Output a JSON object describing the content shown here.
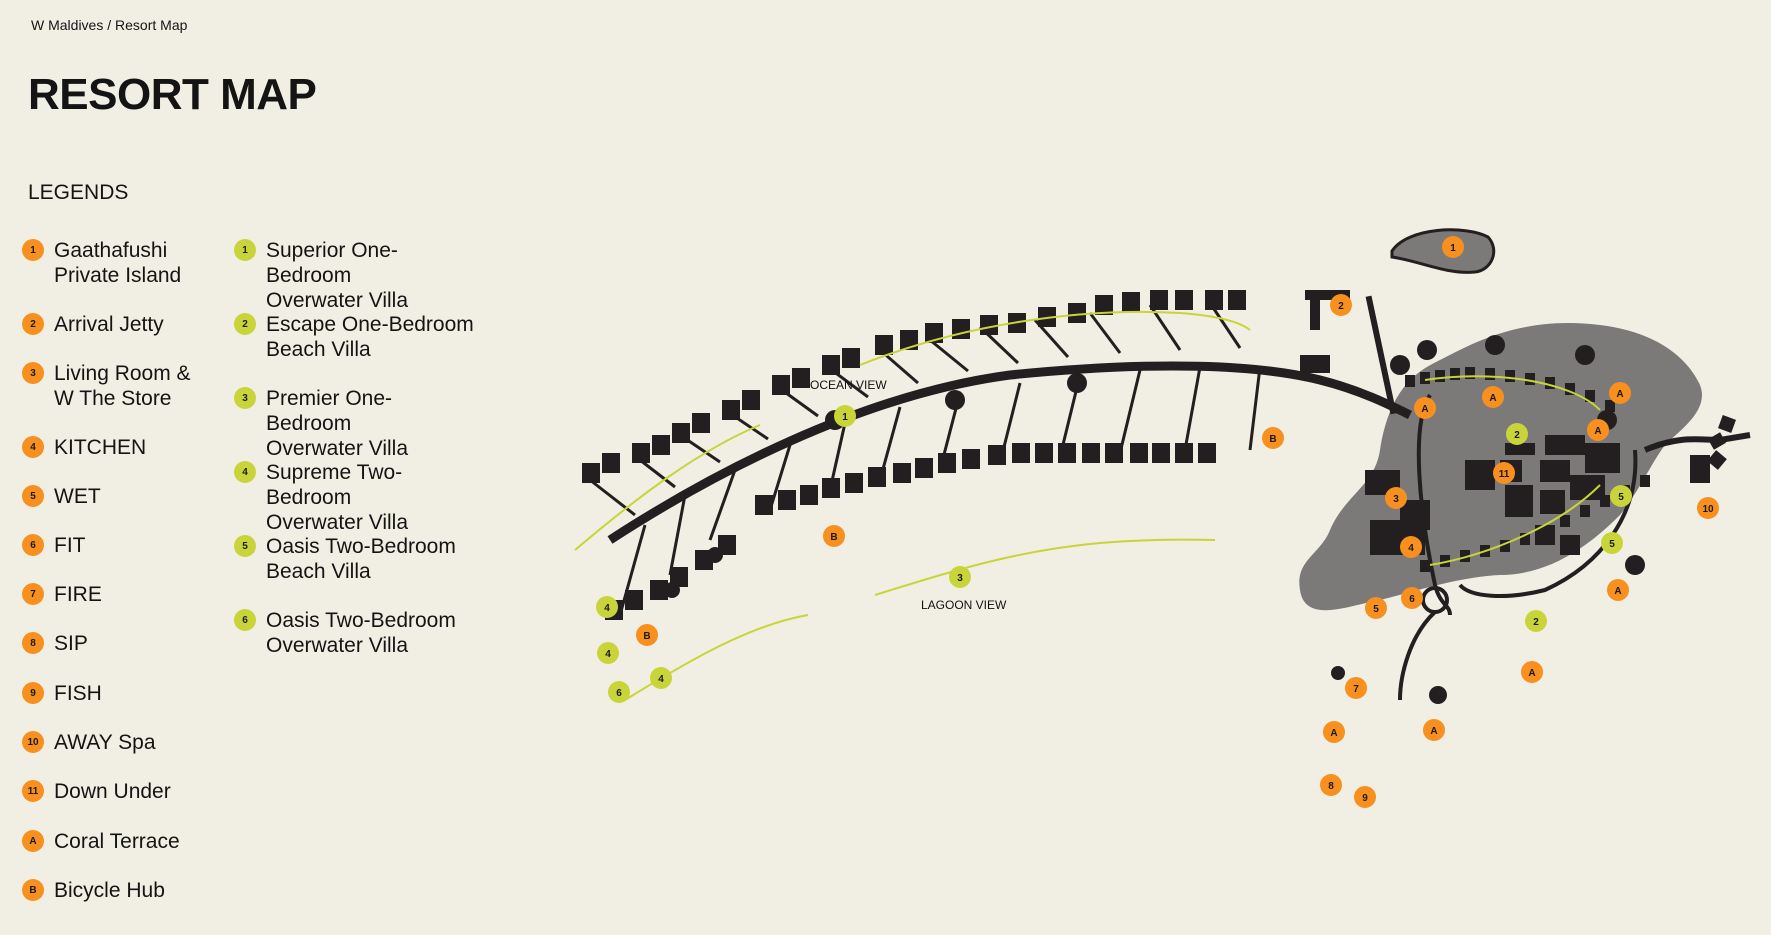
{
  "breadcrumb": {
    "site": "W Maldives",
    "separator": " / ",
    "page": "Resort Map"
  },
  "page_title": "RESORT MAP",
  "legends_title": "LEGENDS",
  "colors": {
    "background": "#f1efe3",
    "orange": "#f7901e",
    "green": "#c8d43a",
    "island": "#7b7a78",
    "structure": "#231f20"
  },
  "facilities": [
    {
      "code": "1",
      "line1": "Gaathafushi",
      "line2": "Private Island"
    },
    {
      "code": "2",
      "line1": "Arrival Jetty",
      "line2": ""
    },
    {
      "code": "3",
      "line1": "Living Room &",
      "line2": "W The Store"
    },
    {
      "code": "4",
      "line1": "KITCHEN",
      "line2": ""
    },
    {
      "code": "5",
      "line1": "WET",
      "line2": ""
    },
    {
      "code": "6",
      "line1": "FIT",
      "line2": ""
    },
    {
      "code": "7",
      "line1": "FIRE",
      "line2": ""
    },
    {
      "code": "8",
      "line1": "SIP",
      "line2": ""
    },
    {
      "code": "9",
      "line1": "FISH",
      "line2": ""
    },
    {
      "code": "10",
      "line1": "AWAY Spa",
      "line2": ""
    },
    {
      "code": "11",
      "line1": "Down Under",
      "line2": ""
    },
    {
      "code": "A",
      "line1": "Coral Terrace",
      "line2": ""
    },
    {
      "code": "B",
      "line1": "Bicycle Hub",
      "line2": ""
    }
  ],
  "villas": [
    {
      "code": "1",
      "line1": "Superior One-Bedroom",
      "line2": "Overwater Villa"
    },
    {
      "code": "2",
      "line1": "Escape One-Bedroom",
      "line2": "Beach Villa"
    },
    {
      "code": "3",
      "line1": "Premier One-Bedroom",
      "line2": "Overwater Villa"
    },
    {
      "code": "4",
      "line1": "Supreme Two-Bedroom",
      "line2": "Overwater Villa"
    },
    {
      "code": "5",
      "line1": "Oasis Two-Bedroom",
      "line2": "Beach Villa"
    },
    {
      "code": "6",
      "line1": "Oasis Two-Bedroom",
      "line2": "Overwater Villa"
    }
  ],
  "map": {
    "ocean_view_label": "OCEAN VIEW",
    "lagoon_view_label": "LAGOON VIEW",
    "orange_pins": [
      "1",
      "2",
      "3",
      "4",
      "5",
      "6",
      "7",
      "8",
      "9",
      "10",
      "11",
      "A",
      "A",
      "A",
      "A",
      "A",
      "A",
      "A",
      "A",
      "B",
      "B",
      "B"
    ],
    "green_pins": [
      "1",
      "3",
      "2",
      "2",
      "5",
      "5",
      "4",
      "4",
      "4",
      "6"
    ]
  }
}
